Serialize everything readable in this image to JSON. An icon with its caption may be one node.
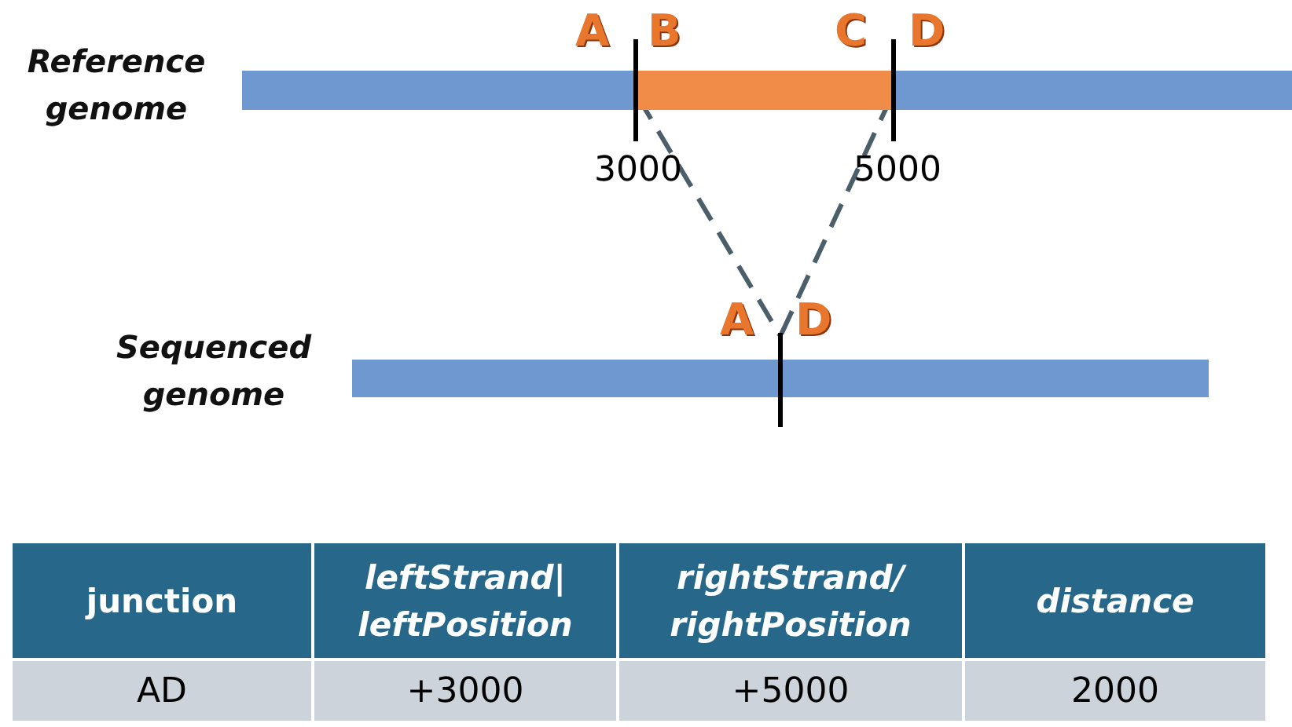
{
  "diagram": {
    "nodes": [
      {
        "text": [],
        "shape": "bar",
        "beside": [
          "Reference genome"
        ]
      },
      {
        "text": [],
        "shape": "bar",
        "in": 0
      },
      {
        "text": [],
        "shape": "bar",
        "beside": [
          "3000"
        ]
      },
      {
        "text": [],
        "shape": "bar",
        "beside": [
          "5000"
        ]
      },
      {
        "text": [],
        "shape": "bar",
        "beside": [
          "Sequenced genome"
        ]
      },
      {
        "text": [],
        "shape": "bar"
      }
    ],
    "edges": [
      {
        "from": 2,
        "to": 5,
        "arrow": "none",
        "style": "dashed"
      },
      {
        "from": 3,
        "to": 5,
        "arrow": "none",
        "style": "dashed"
      }
    ],
    "labels": [
      "A",
      "B",
      "C",
      "D",
      "A",
      "D",
      "junction",
      "leftStrand|leftPosition",
      "rightStrand/rightPosition",
      "distance",
      "AD",
      "+3000",
      "+5000",
      "2000"
    ]
  }
}
